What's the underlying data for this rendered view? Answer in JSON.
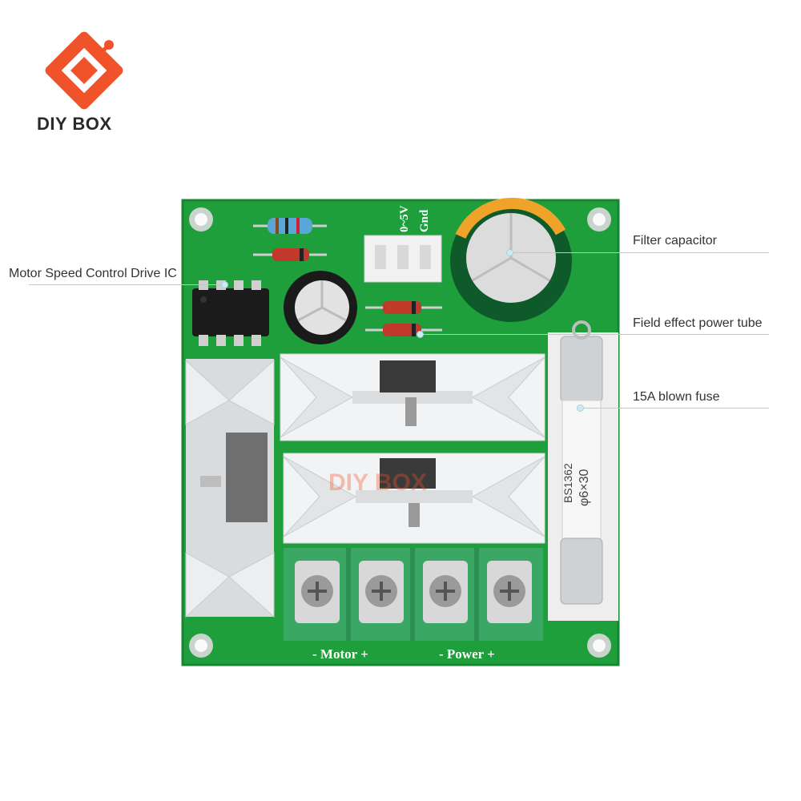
{
  "brand": {
    "name": "DIY BOX",
    "logo_color": "#f0522a"
  },
  "callouts": {
    "filter_capacitor": "Filter capacitor",
    "drive_ic": "Motor Speed Control Drive IC",
    "fet": "Field effect power tube",
    "fuse": "15A blown fuse"
  },
  "silkscreen": {
    "input_0_5v": "0~5V",
    "gnd": "Gnd",
    "motor": "- Motor +",
    "power": "- Power +",
    "fuse_code": "BS1362",
    "fuse_size": "φ6×30",
    "watermark": "DIY BOX"
  },
  "colors": {
    "pcb": "#1f9e3c",
    "terminal": "#3aa864",
    "heatsink": "#e6e8ea",
    "lead_line": "#9fd3df"
  }
}
